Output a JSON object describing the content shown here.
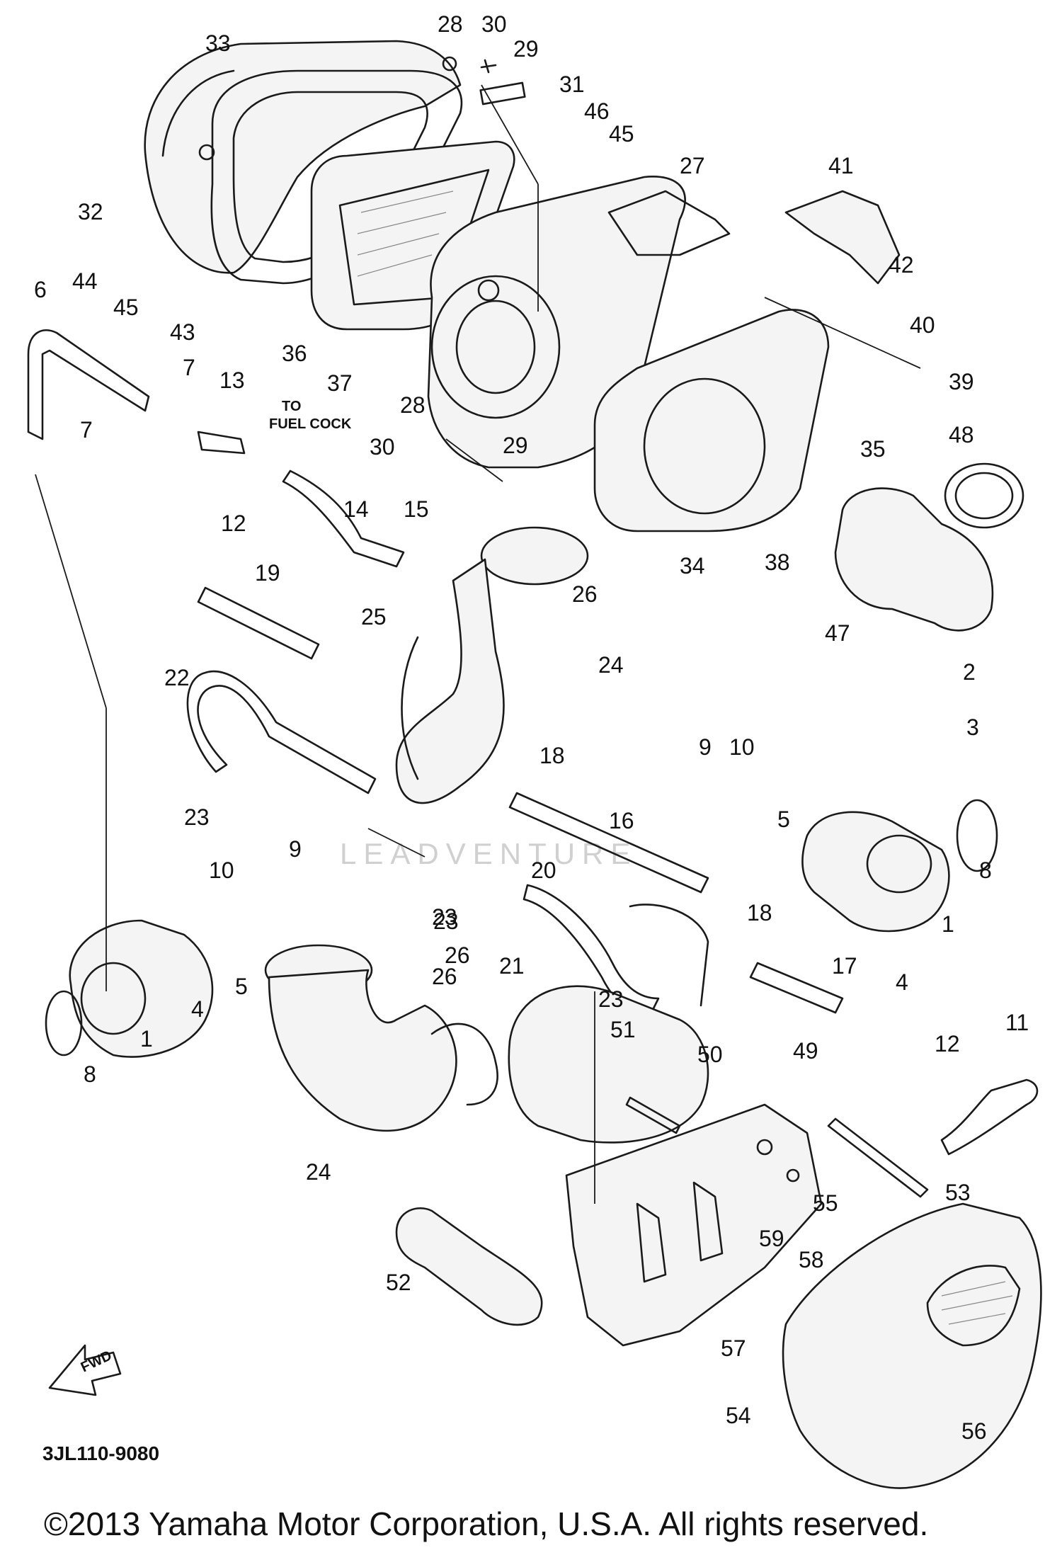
{
  "diagram": {
    "part_code": "3JL110-9080",
    "copyright": "©2013 Yamaha Motor Corporation, U.S.A. All rights reserved.",
    "note_fuel_cock_line1": "TO",
    "note_fuel_cock_line2": "FUEL COCK",
    "arrow_label": "FWD",
    "watermark": "LEADVENTURE",
    "callouts": [
      "1",
      "1",
      "2",
      "3",
      "4",
      "4",
      "5",
      "5",
      "6",
      "7",
      "7",
      "8",
      "8",
      "9",
      "9",
      "10",
      "10",
      "11",
      "12",
      "12",
      "13",
      "14",
      "15",
      "16",
      "17",
      "18",
      "18",
      "19",
      "20",
      "21",
      "22",
      "23",
      "23",
      "23",
      "23",
      "24",
      "24",
      "25",
      "26",
      "26",
      "26",
      "27",
      "28",
      "28",
      "29",
      "29",
      "30",
      "30",
      "31",
      "32",
      "33",
      "34",
      "35",
      "36",
      "37",
      "38",
      "39",
      "40",
      "41",
      "42",
      "43",
      "44",
      "45",
      "45",
      "46",
      "47",
      "48",
      "49",
      "50",
      "51",
      "52",
      "53",
      "54",
      "55",
      "56",
      "57",
      "58",
      "59"
    ]
  }
}
